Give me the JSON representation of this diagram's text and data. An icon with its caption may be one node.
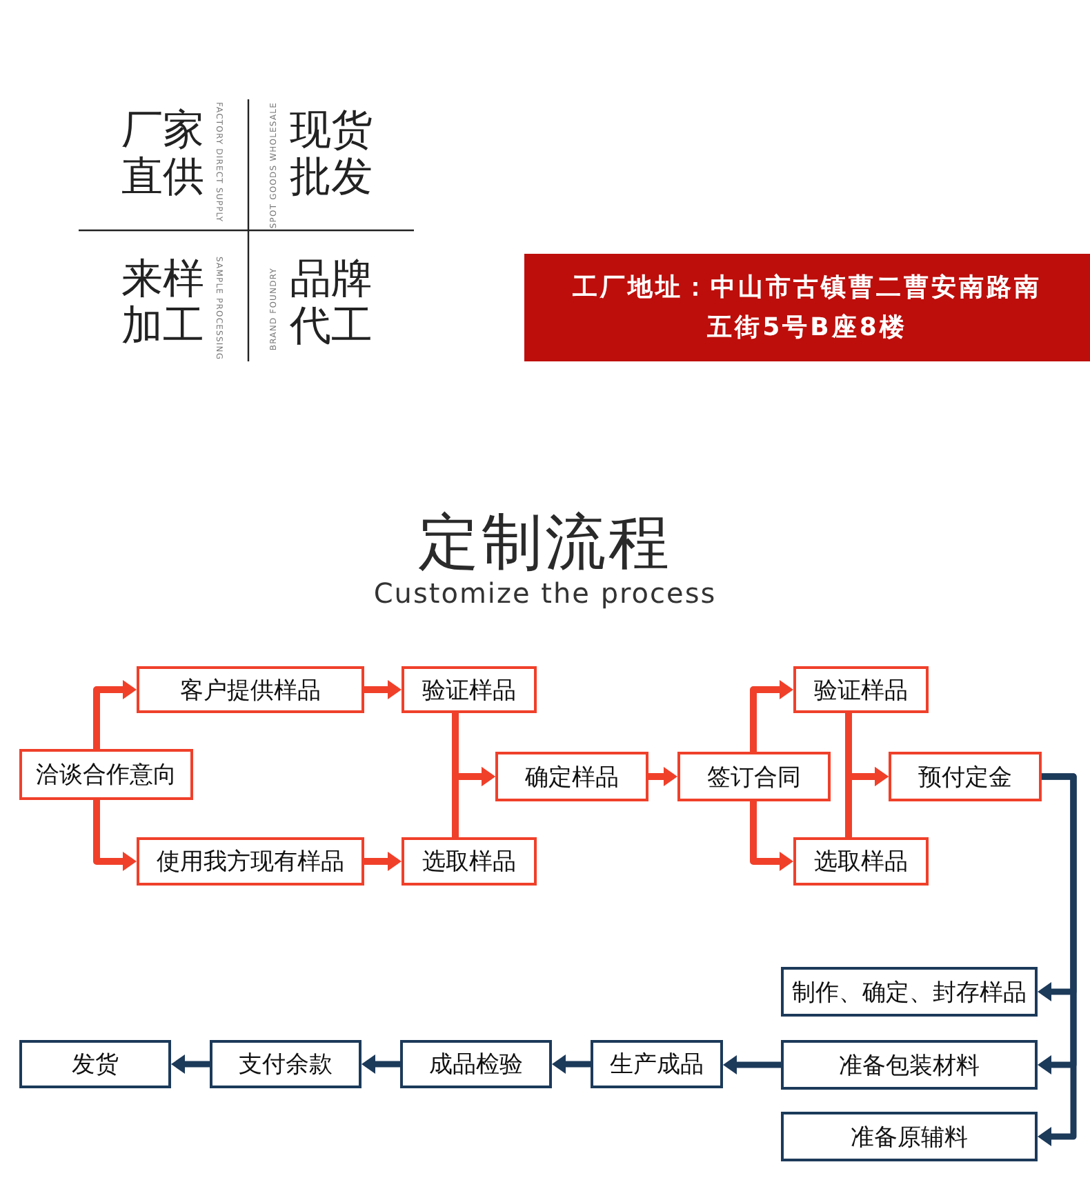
{
  "diagram": {
    "title": "定制流程",
    "nodes": [
      {
        "text": [
          "工厂地址：中山市古镇曹二曹安南路南五街5号B座8楼"
        ]
      },
      {
        "text": [
          "洽谈合作意向"
        ]
      },
      {
        "text": [
          "客户提供样品"
        ]
      },
      {
        "text": [
          "验证样品"
        ]
      },
      {
        "text": [
          "使用我方现有样品"
        ]
      },
      {
        "text": [
          "选取样品"
        ]
      },
      {
        "text": [
          "确定样品"
        ]
      },
      {
        "text": [
          "签订合同"
        ]
      },
      {
        "text": [
          "验证样品"
        ]
      },
      {
        "text": [
          "选取样品"
        ]
      },
      {
        "text": [
          "预付定金"
        ]
      },
      {
        "text": [
          "制作、确定、封存样品"
        ]
      },
      {
        "text": [
          "准备包装材料"
        ]
      },
      {
        "text": [
          "准备原辅料"
        ]
      },
      {
        "text": [
          "生产成品"
        ]
      },
      {
        "text": [
          "成品检验"
        ]
      },
      {
        "text": [
          "支付余款"
        ]
      },
      {
        "text": [
          "发货"
        ]
      }
    ],
    "edges": [
      {
        "from": 1,
        "to": 2,
        "arrow": "to"
      },
      {
        "from": 1,
        "to": 4,
        "arrow": "to"
      },
      {
        "from": 2,
        "to": 3,
        "arrow": "to"
      },
      {
        "from": 4,
        "to": 5,
        "arrow": "to"
      },
      {
        "from": 3,
        "to": 6,
        "arrow": "to"
      },
      {
        "from": 5,
        "to": 6,
        "arrow": "to"
      },
      {
        "from": 6,
        "to": 7,
        "arrow": "to"
      },
      {
        "from": 7,
        "to": 8,
        "arrow": "to"
      },
      {
        "from": 7,
        "to": 9,
        "arrow": "to"
      },
      {
        "from": 8,
        "to": 10,
        "arrow": "to"
      },
      {
        "from": 9,
        "to": 10,
        "arrow": "to"
      },
      {
        "from": 10,
        "to": 11,
        "arrow": "to",
        "color": "#1c3a5a"
      },
      {
        "from": 10,
        "to": 12,
        "arrow": "to",
        "color": "#1c3a5a"
      },
      {
        "from": 10,
        "to": 13,
        "arrow": "to",
        "color": "#1c3a5a"
      },
      {
        "from": 12,
        "to": 14,
        "arrow": "to",
        "color": "#1c3a5a"
      },
      {
        "from": 14,
        "to": 15,
        "arrow": "to",
        "color": "#1c3a5a"
      },
      {
        "from": 15,
        "to": 16,
        "arrow": "to",
        "color": "#1c3a5a"
      },
      {
        "from": 16,
        "to": 17,
        "arrow": "to",
        "color": "#1c3a5a"
      }
    ],
    "labels": [
      "厂家直供",
      "FACTORY DIRECT SUPPLY",
      "SPOT GOODS WHOLESALE",
      "现货批发",
      "来样加工",
      "SAMPLE PROCESSING",
      "BRAND FOUNDRY",
      "品牌代工",
      "Customize the process"
    ]
  }
}
